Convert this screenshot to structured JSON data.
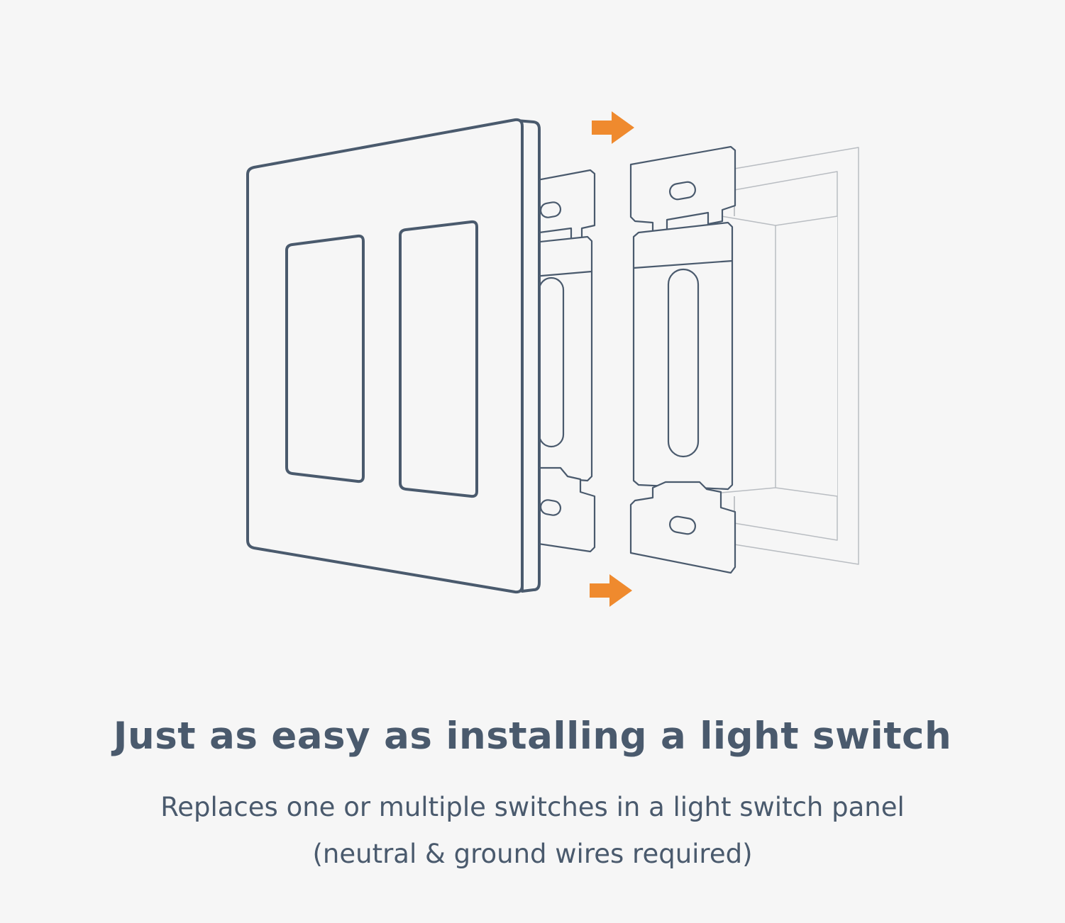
{
  "colors": {
    "background": "#f6f6f6",
    "outline": "#4a5a6d",
    "thin_outline": "#b9bdc2",
    "arrow": "#ef8a2e",
    "text": "#4a5a6d"
  },
  "illustration": {
    "icons": [
      "wall-plate-icon",
      "light-switch-icon",
      "wall-box-icon",
      "arrow-right-icon"
    ]
  },
  "headline": "Just as easy as installing a light switch",
  "subtitle": {
    "line1": "Replaces one or multiple switches in a light switch panel",
    "line2": "(neutral & ground wires required)"
  }
}
